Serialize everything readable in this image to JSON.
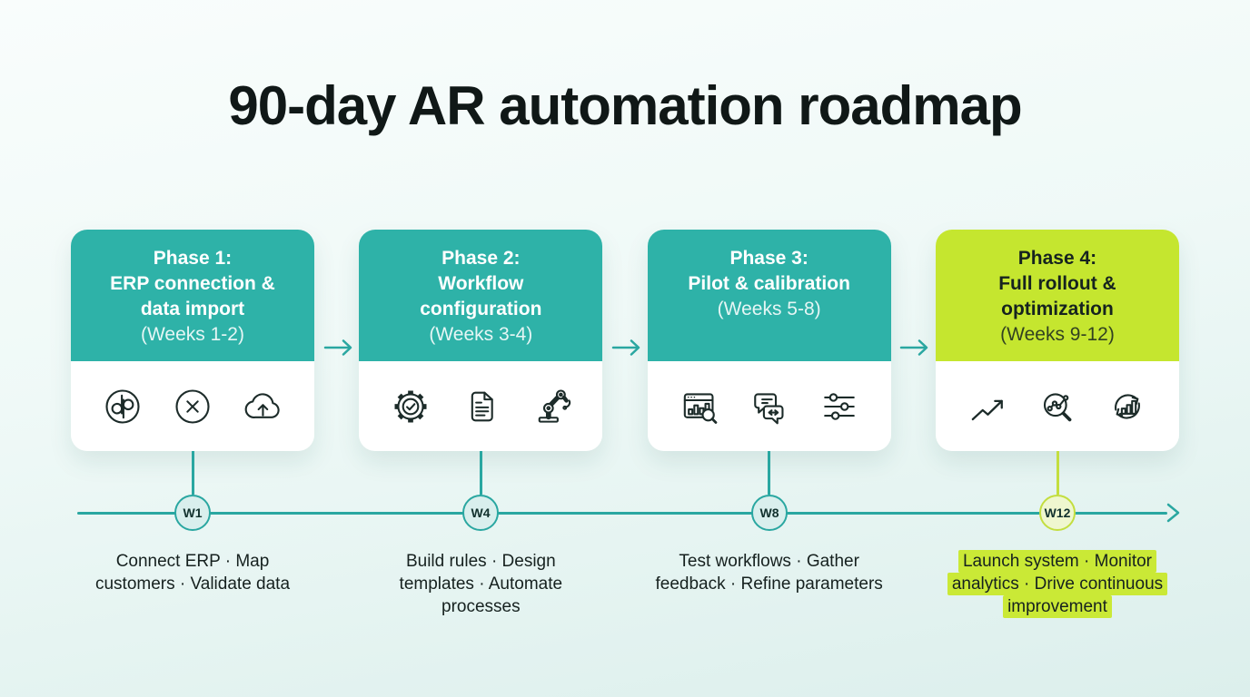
{
  "title": "90-day AR automation roadmap",
  "colors": {
    "teal_header": "#2eb2a8",
    "lime_header": "#c5e62f",
    "timeline": "#2aa7a1",
    "milestone_fill": "#d9efed",
    "milestone_lime_fill": "#eff7cf",
    "highlight": "#cae936",
    "background_top": "#f9fdfc",
    "background_bottom": "#dcefec"
  },
  "phases": [
    {
      "name": "Phase 1",
      "title_lines": [
        "Phase 1:",
        "ERP connection &",
        "data import"
      ],
      "weeks": "(Weeks 1-2)",
      "icons": [
        "quickbooks-logo",
        "xero-logo",
        "cloud-upload"
      ],
      "milestone": "W1",
      "summary_lines": [
        "Connect ERP · Map",
        "customers · Validate data"
      ]
    },
    {
      "name": "Phase 2",
      "title_lines": [
        "Phase 2:",
        "Workflow",
        "configuration"
      ],
      "weeks": "(Weeks 3-4)",
      "icons": [
        "gear-check",
        "document-template",
        "robot-arm"
      ],
      "milestone": "W4",
      "summary_lines": [
        "Build rules · Design",
        "templates · Automate",
        "processes"
      ]
    },
    {
      "name": "Phase 3",
      "title_lines": [
        "Phase 3:",
        "Pilot & calibration"
      ],
      "weeks": "(Weeks 5-8)",
      "icons": [
        "dashboard-review",
        "feedback-chat",
        "parameter-sliders"
      ],
      "milestone": "W8",
      "summary_lines": [
        "Test workflows · Gather",
        "feedback · Refine parameters"
      ]
    },
    {
      "name": "Phase 4",
      "title_lines": [
        "Phase 4:",
        "Full rollout &",
        "optimization"
      ],
      "weeks": "(Weeks 9-12)",
      "icons": [
        "growth-trend",
        "analytics-search",
        "continuous-improvement"
      ],
      "milestone": "W12",
      "summary_lines": [
        "Launch system · Monitor",
        "analytics · Drive continuous",
        "improvement"
      ],
      "highlighted": true
    }
  ]
}
